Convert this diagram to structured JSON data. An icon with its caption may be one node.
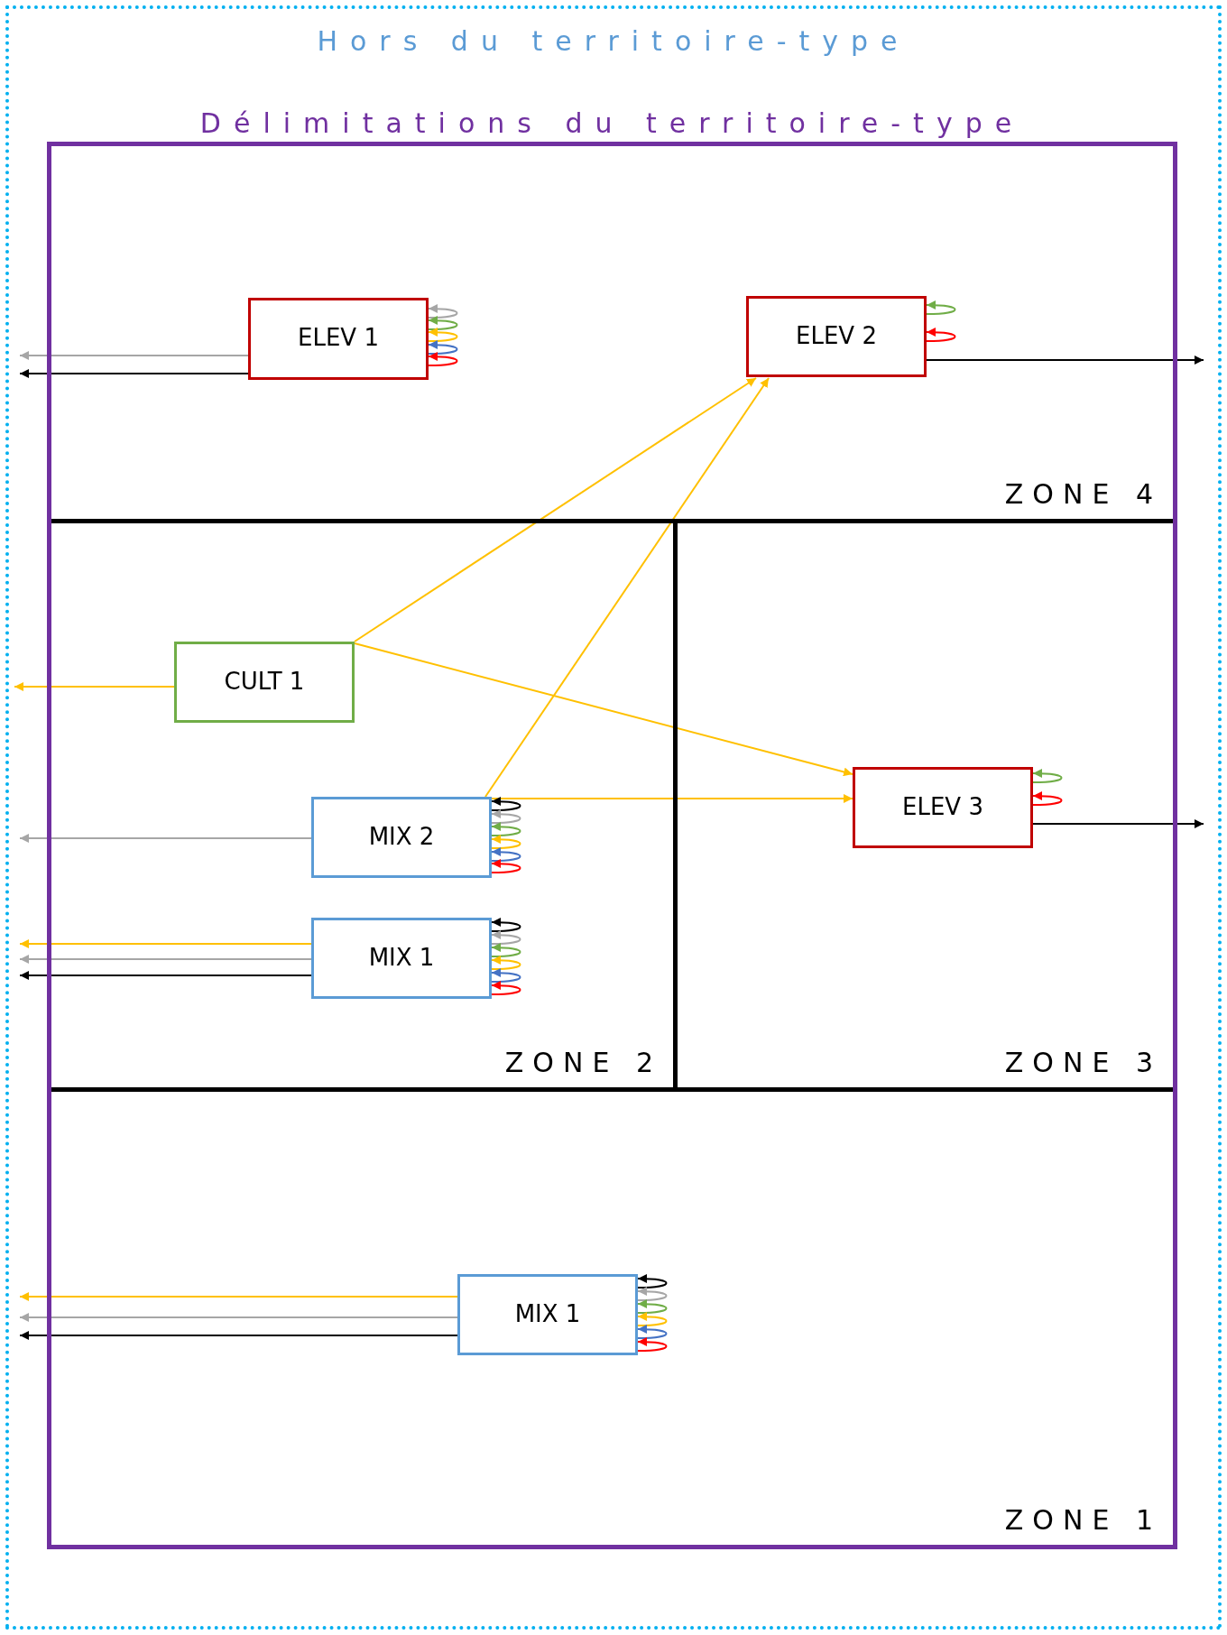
{
  "diagram": {
    "nodes": [
      {
        "text": [
          "Hors du territoire-type"
        ]
      },
      {
        "text": [
          "Délimitations du territoire-type"
        ],
        "in": 0
      },
      {
        "text": [
          "ZONE 4"
        ],
        "in": 1
      },
      {
        "text": [
          "ZONE 2"
        ],
        "in": 1
      },
      {
        "text": [
          "ZONE 3"
        ],
        "in": 1
      },
      {
        "text": [
          "ZONE 1"
        ],
        "in": 1
      },
      {
        "text": [
          "ELEV 1"
        ],
        "in": 2
      },
      {
        "text": [
          "ELEV 2"
        ],
        "in": 2
      },
      {
        "text": [
          "CULT 1"
        ],
        "in": 3
      },
      {
        "text": [
          "MIX 2"
        ],
        "in": 3
      },
      {
        "text": [
          "MIX 1"
        ],
        "in": 3
      },
      {
        "text": [
          "ELEV 3"
        ],
        "in": 4
      },
      {
        "text": [
          "MIX 1"
        ],
        "in": 5
      }
    ],
    "edges": [
      {
        "from": 6,
        "to": 6,
        "arrow": "to",
        "color": "#a6a6a6"
      },
      {
        "from": 6,
        "to": 6,
        "arrow": "to",
        "color": "#70ad47"
      },
      {
        "from": 6,
        "to": 6,
        "arrow": "to",
        "color": "#ffc000"
      },
      {
        "from": 6,
        "to": 6,
        "arrow": "to",
        "color": "#4472c4"
      },
      {
        "from": 6,
        "to": 6,
        "arrow": "to",
        "color": "#ff0000"
      },
      {
        "from": 6,
        "to": null,
        "arrow": "to",
        "color": "#a6a6a6"
      },
      {
        "from": 6,
        "to": null,
        "arrow": "to",
        "color": "#000000"
      },
      {
        "from": 7,
        "to": 7,
        "arrow": "to",
        "color": "#70ad47"
      },
      {
        "from": 7,
        "to": 7,
        "arrow": "to",
        "color": "#ff0000"
      },
      {
        "from": 7,
        "to": null,
        "arrow": "to",
        "color": "#000000"
      },
      {
        "from": 8,
        "to": null,
        "arrow": "to",
        "color": "#ffc000"
      },
      {
        "from": 8,
        "to": 7,
        "arrow": "to",
        "color": "#ffc000"
      },
      {
        "from": 8,
        "to": 11,
        "arrow": "to",
        "color": "#ffc000"
      },
      {
        "from": 9,
        "to": 7,
        "arrow": "to",
        "color": "#ffc000"
      },
      {
        "from": 9,
        "to": 11,
        "arrow": "to",
        "color": "#ffc000"
      },
      {
        "from": 9,
        "to": 9,
        "arrow": "to",
        "color": "#000000"
      },
      {
        "from": 9,
        "to": 9,
        "arrow": "to",
        "color": "#a6a6a6"
      },
      {
        "from": 9,
        "to": 9,
        "arrow": "to",
        "color": "#70ad47"
      },
      {
        "from": 9,
        "to": 9,
        "arrow": "to",
        "color": "#ffc000"
      },
      {
        "from": 9,
        "to": 9,
        "arrow": "to",
        "color": "#4472c4"
      },
      {
        "from": 9,
        "to": 9,
        "arrow": "to",
        "color": "#ff0000"
      },
      {
        "from": 9,
        "to": null,
        "arrow": "to",
        "color": "#a6a6a6"
      },
      {
        "from": 10,
        "to": 10,
        "arrow": "to",
        "color": "#000000"
      },
      {
        "from": 10,
        "to": 10,
        "arrow": "to",
        "color": "#a6a6a6"
      },
      {
        "from": 10,
        "to": 10,
        "arrow": "to",
        "color": "#70ad47"
      },
      {
        "from": 10,
        "to": 10,
        "arrow": "to",
        "color": "#ffc000"
      },
      {
        "from": 10,
        "to": 10,
        "arrow": "to",
        "color": "#4472c4"
      },
      {
        "from": 10,
        "to": 10,
        "arrow": "to",
        "color": "#ff0000"
      },
      {
        "from": 10,
        "to": null,
        "arrow": "to",
        "color": "#ffc000"
      },
      {
        "from": 10,
        "to": null,
        "arrow": "to",
        "color": "#a6a6a6"
      },
      {
        "from": 10,
        "to": null,
        "arrow": "to",
        "color": "#000000"
      },
      {
        "from": 11,
        "to": 11,
        "arrow": "to",
        "color": "#70ad47"
      },
      {
        "from": 11,
        "to": 11,
        "arrow": "to",
        "color": "#ff0000"
      },
      {
        "from": 11,
        "to": null,
        "arrow": "to",
        "color": "#000000"
      },
      {
        "from": 12,
        "to": 12,
        "arrow": "to",
        "color": "#000000"
      },
      {
        "from": 12,
        "to": 12,
        "arrow": "to",
        "color": "#a6a6a6"
      },
      {
        "from": 12,
        "to": 12,
        "arrow": "to",
        "color": "#70ad47"
      },
      {
        "from": 12,
        "to": 12,
        "arrow": "to",
        "color": "#ffc000"
      },
      {
        "from": 12,
        "to": 12,
        "arrow": "to",
        "color": "#4472c4"
      },
      {
        "from": 12,
        "to": 12,
        "arrow": "to",
        "color": "#ff0000"
      },
      {
        "from": 12,
        "to": null,
        "arrow": "to",
        "color": "#ffc000"
      },
      {
        "from": 12,
        "to": null,
        "arrow": "to",
        "color": "#a6a6a6"
      },
      {
        "from": 12,
        "to": null,
        "arrow": "to",
        "color": "#000000"
      }
    ]
  }
}
